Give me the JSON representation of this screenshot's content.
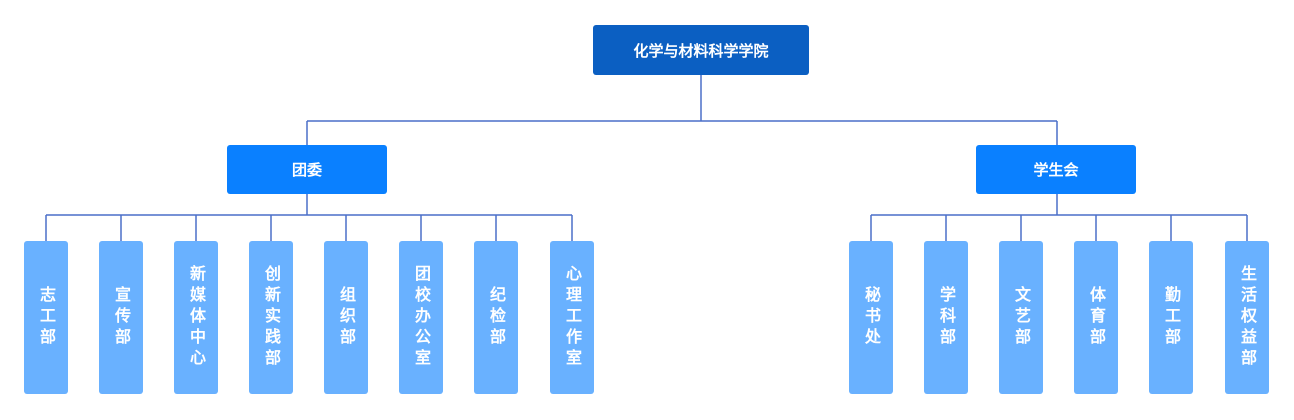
{
  "colors": {
    "root": "#0b5fc2",
    "branch": "#0a80ff",
    "leaf": "#69b1ff",
    "connector": "#4a6fc8"
  },
  "root": {
    "label": "化学与材料科学学院"
  },
  "branches": [
    {
      "label": "团委",
      "children": [
        "志工部",
        "宣传部",
        "新媒体中心",
        "创新实践部",
        "组织部",
        "团校办公室",
        "纪检部",
        "心理工作室"
      ]
    },
    {
      "label": "学生会",
      "children": [
        "秘书处",
        "学科部",
        "文艺部",
        "体育部",
        "勤工部",
        "生活权益部"
      ]
    }
  ]
}
